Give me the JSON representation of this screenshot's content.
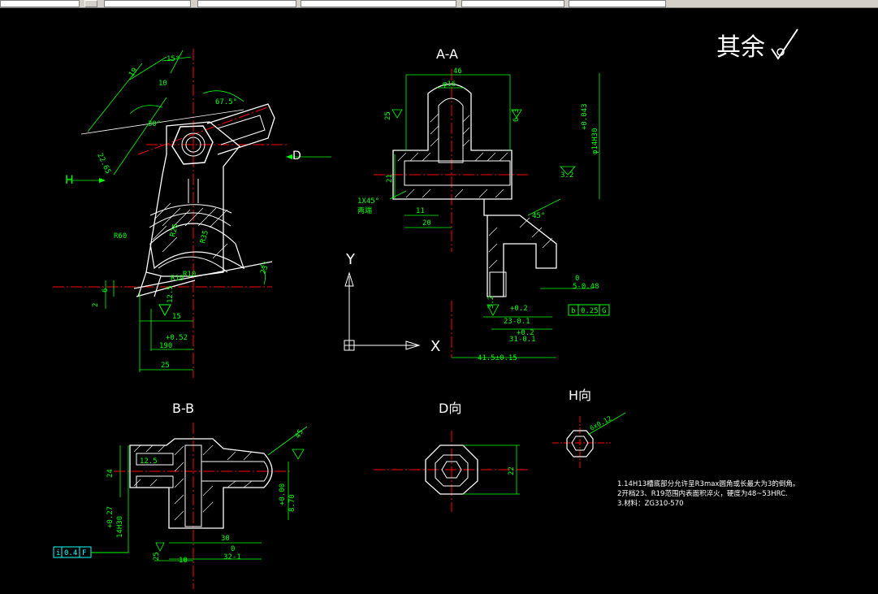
{
  "roughness_note": "其余",
  "section_aa": "A-A",
  "section_bb": "B-B",
  "view_d": "D向",
  "view_h": "H向",
  "arrow_d": "D",
  "arrow_h": "H",
  "ucs": {
    "x": "X",
    "y": "Y"
  },
  "dims_main": {
    "d19": "19",
    "d15deg": "15°",
    "d10": "10",
    "d675": "67.5°",
    "d30deg": "30°",
    "d2265": "22.65",
    "r60": "R60",
    "r26": "R26",
    "r35": "R35",
    "r10": "R10",
    "r19": "R19",
    "d23": "23°",
    "d6": "6",
    "d2": "2",
    "d15": "15",
    "tol052": "+0.52",
    "d190": "190",
    "d25": "25",
    "ra125": "12.5"
  },
  "dims_aa": {
    "d46": "46",
    "phi16": "φ16",
    "r25": "25",
    "r63": "6.3",
    "d21": "21",
    "phi": "φ14H30",
    "tol": "+0.043",
    "ra32": "3.2",
    "chamfer": "1X45°",
    "both_ends": "两端",
    "d11": "11",
    "d20": "20",
    "deg45": "45°",
    "tol0": "0",
    "tol048": "5-0.48",
    "tol02": "+0.2",
    "d23": "23-0.1",
    "tol02b": "+0.2",
    "d31": "31-0.1",
    "d415": "41.5±0.15",
    "gtol": [
      "b",
      "0.25",
      "G"
    ],
    "ra": "3.2"
  },
  "dims_bb": {
    "d24": "24",
    "tol027": "+0.27",
    "phi": "14H30",
    "d30": "30",
    "d0": "0",
    "d321": "32-1",
    "d10": "10",
    "d25": "25",
    "d900": "+0.00",
    "d870": "8.70",
    "d45": "45",
    "ra": "12.5",
    "gtol": [
      "i",
      "0.4",
      "F"
    ]
  },
  "dims_d": {
    "d22": "22"
  },
  "dims_h": {
    "note": "6x0.12"
  },
  "notes": [
    "1.14H13槽底部分允许呈R3max圆角或长最大为3的倒角。",
    "2开档23、R19范围内表面积淬火，硬度为48~53HRC.",
    "3.材料：ZG310-570"
  ]
}
